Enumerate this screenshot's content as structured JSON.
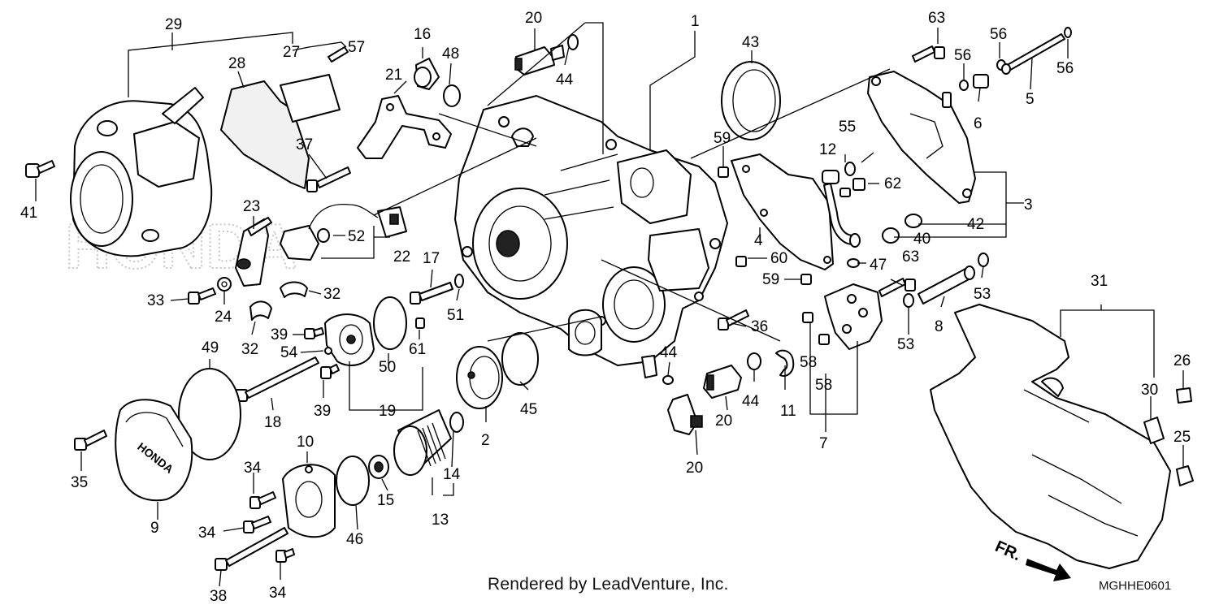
{
  "diagram": {
    "footer_credit": "Rendered by LeadVenture, Inc.",
    "diagram_code": "MGHHE0601",
    "front_indicator": "FR.",
    "watermark_text": "HONDA",
    "part_labels": {
      "p1": "1",
      "p2": "2",
      "p3": "3",
      "p4": "4",
      "p5": "5",
      "p6": "6",
      "p7": "7",
      "p8": "8",
      "p9": "9",
      "p10": "10",
      "p11": "11",
      "p12": "12",
      "p13": "13",
      "p14": "14",
      "p15": "15",
      "p16": "16",
      "p17": "17",
      "p18": "18",
      "p19": "19",
      "p20": "20",
      "p21": "21",
      "p22": "22",
      "p23": "23",
      "p24": "24",
      "p25": "25",
      "p26": "26",
      "p27": "27",
      "p28": "28",
      "p29": "29",
      "p30": "30",
      "p31": "31",
      "p32": "32",
      "p33": "33",
      "p34": "34",
      "p35": "35",
      "p36": "36",
      "p37": "37",
      "p38": "38",
      "p39": "39",
      "p40": "40",
      "p41": "41",
      "p42": "42",
      "p43": "43",
      "p44": "44",
      "p45": "45",
      "p46": "46",
      "p47": "47",
      "p48": "48",
      "p49": "49",
      "p50": "50",
      "p51": "51",
      "p52": "52",
      "p53": "53",
      "p54": "54",
      "p55": "55",
      "p56": "56",
      "p57": "57",
      "p58": "58",
      "p59": "59",
      "p60": "60",
      "p61": "61",
      "p62": "62",
      "p63": "63"
    },
    "cover_logo_text": "HONDA"
  }
}
